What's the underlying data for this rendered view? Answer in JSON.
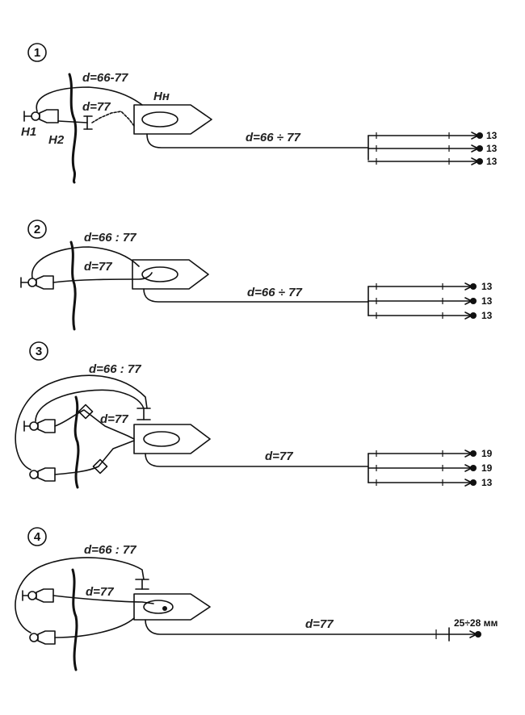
{
  "diagrams": [
    {
      "index": "1",
      "labels": {
        "loop_d": "d=66-77",
        "inner_d": "d=77",
        "vessel": "Нн",
        "h1": "Н1",
        "h2": "Н2",
        "main_d": "d=66 ÷ 77"
      },
      "ends": [
        "13",
        "13",
        "13"
      ]
    },
    {
      "index": "2",
      "labels": {
        "loop_d": "d=66 : 77",
        "inner_d": "d=77",
        "main_d": "d=66 ÷ 77"
      },
      "ends": [
        "13",
        "13",
        "13"
      ]
    },
    {
      "index": "3",
      "labels": {
        "loop_d": "d=66 : 77",
        "inner_d": "d=77",
        "main_d": "d=77"
      },
      "ends": [
        "19",
        "19",
        "13"
      ]
    },
    {
      "index": "4",
      "labels": {
        "loop_d": "d=66 : 77",
        "inner_d": "d=77",
        "main_d": "d=77"
      },
      "ends": [
        "25÷28 мм"
      ]
    }
  ]
}
